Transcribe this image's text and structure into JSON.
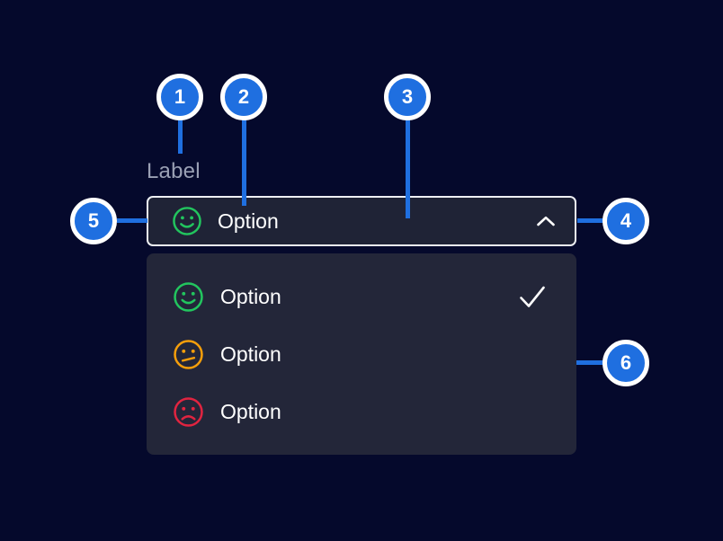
{
  "component": {
    "label": "Label",
    "select": {
      "value": "Option",
      "icon": "happy-face",
      "chevron_icon": "chevron-up"
    },
    "menu_items": [
      {
        "label": "Option",
        "icon": "happy-face",
        "selected": true
      },
      {
        "label": "Option",
        "icon": "neutral-face",
        "selected": false
      },
      {
        "label": "Option",
        "icon": "sad-face",
        "selected": false
      }
    ]
  },
  "annotations": {
    "badges": [
      "1",
      "2",
      "3",
      "4",
      "5",
      "6"
    ]
  },
  "colors": {
    "background": "#05092c",
    "surface": "#232639",
    "field_surface": "#1f2336",
    "field_border": "#eef0f4",
    "annotation_blue": "#1f6fe0",
    "happy_green": "#22c55e",
    "neutral_orange": "#f59e0b",
    "sad_red": "#e02440",
    "label_gray": "#9aa0b4",
    "text_white": "#ffffff"
  }
}
